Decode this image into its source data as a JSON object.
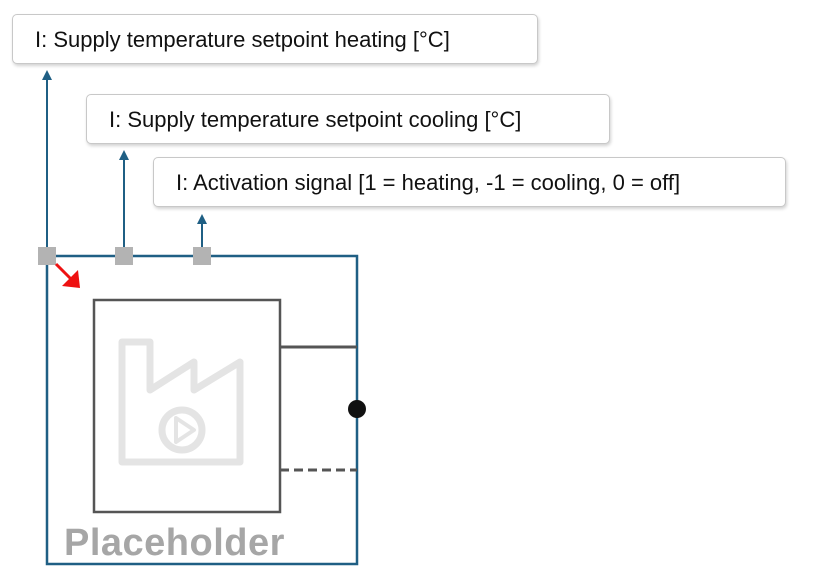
{
  "inputs": [
    {
      "label": "I: Supply temperature setpoint heating [°C]"
    },
    {
      "label": "I: Supply temperature setpoint cooling [°C]"
    },
    {
      "label": "I: Activation signal [1 = heating, -1 = cooling, 0 = off]"
    }
  ],
  "block": {
    "name": "Placeholder",
    "icon": "factory-pump-icon"
  },
  "colors": {
    "frame": "#1f5f84",
    "connector": "#1f5f84",
    "port": "#b3b3b3",
    "arrow": "#ee1111",
    "placeholder_text": "#a6a6a6"
  }
}
